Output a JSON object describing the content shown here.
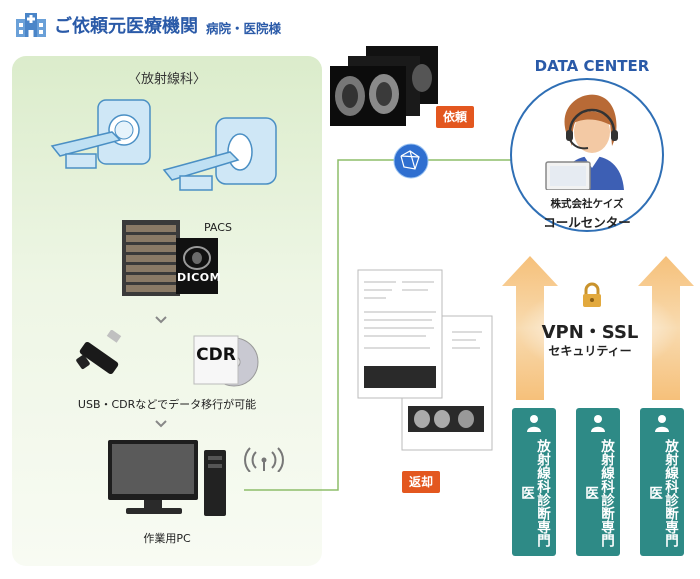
{
  "header": {
    "title": "ご依頼元医療機関",
    "subtitle": "病院・医院様"
  },
  "hospital": {
    "section_label": "〈放射線科〉",
    "pacs_label": "PACS",
    "dicom_label": "DICOM",
    "media_label": "CDR",
    "transfer_note": "USB・CDRなどでデータ移行が可能",
    "pc_label": "作業用PC"
  },
  "flow": {
    "request_label": "依頼",
    "return_label": "返却"
  },
  "data_center": {
    "title": "DATA CENTER",
    "company": "株式会社ケイズ",
    "call_center": "コールセンター",
    "security_title": "VPN・SSL",
    "security_sub": "セキュリティー",
    "doctors": [
      "放射線科診断専門医",
      "放射線科診断専門医",
      "放射線科診断専門医"
    ]
  },
  "colors": {
    "brand_blue": "#2a5aa8",
    "accent_orange": "#e3571f",
    "teal": "#2e8a86",
    "panel_green": "#dbeccb"
  }
}
